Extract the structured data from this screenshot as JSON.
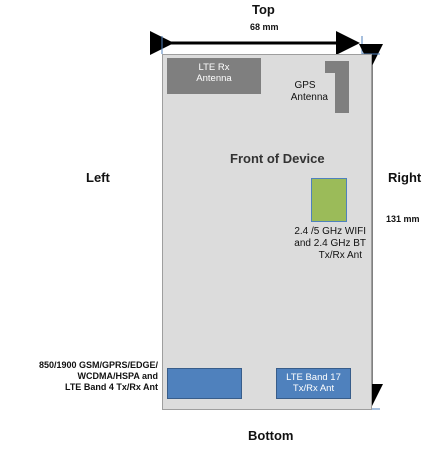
{
  "sides": {
    "top": "Top",
    "bottom": "Bottom",
    "left": "Left",
    "right": "Right"
  },
  "dimensions": {
    "width": "68 mm",
    "height": "131 mm"
  },
  "device": {
    "front_label": "Front of Device"
  },
  "antennas": {
    "lte_rx": [
      "LTE Rx",
      "Antenna"
    ],
    "gps": [
      "GPS",
      "Antenna"
    ],
    "wifi_bt": [
      "2.4 /5 GHz WIFI",
      "and 2.4 GHz BT",
      "Tx/Rx Ant"
    ],
    "lte_band17": [
      "LTE Band 17",
      "Tx/Rx  Ant"
    ],
    "main": [
      "850/1900 GSM/GPRS/EDGE/",
      "WCDMA/HSPA and",
      "LTE Band 4 Tx/Rx   Ant"
    ]
  },
  "colors": {
    "device_body": "#dcdcdc",
    "gray_antenna": "#7f7f7f",
    "wifi_antenna": "#9bbb59",
    "blue_antenna": "#4f81bd"
  }
}
